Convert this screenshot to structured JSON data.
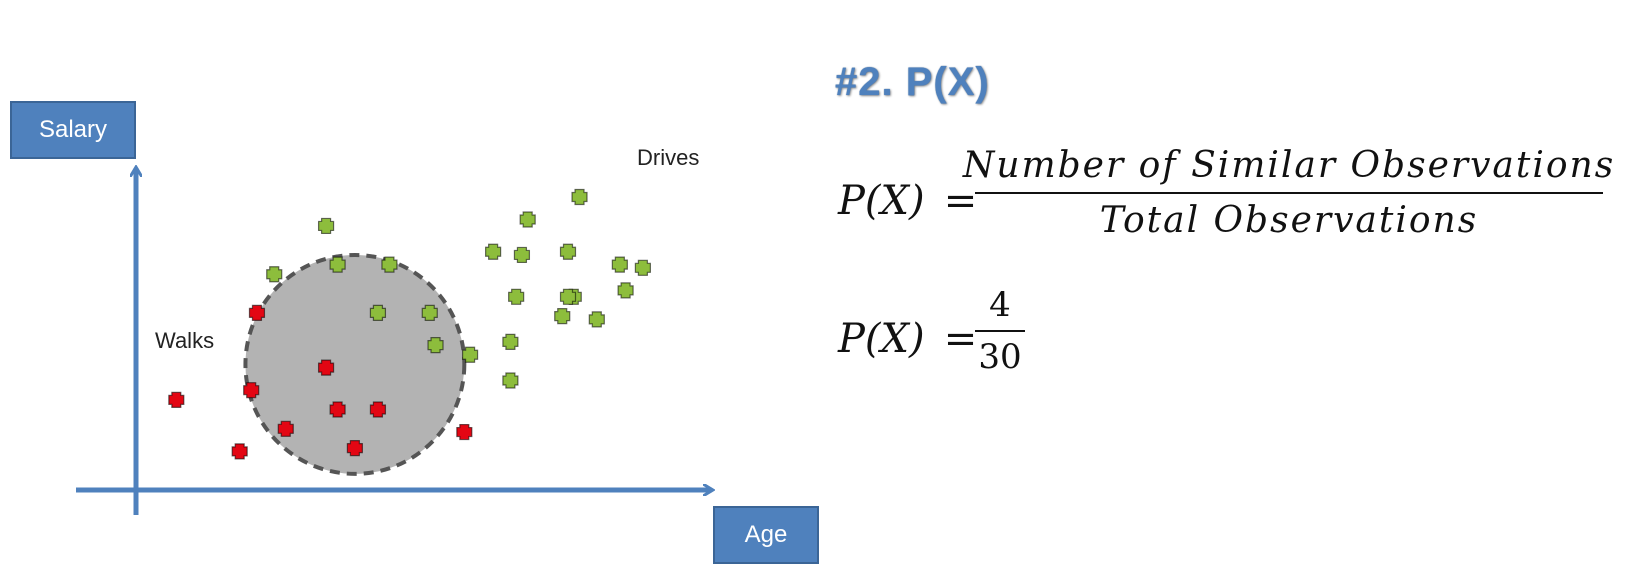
{
  "title": "#2. P(X)",
  "formula1": {
    "lhs": "P(X)",
    "eq": "=",
    "numerator": "Number of Similar Observations",
    "denominator": "Total Observations"
  },
  "formula2": {
    "lhs": "P(X)",
    "eq": "=",
    "numerator": "4",
    "denominator": "30"
  },
  "colors": {
    "axis": "#4f81bd",
    "walks": "#e30613",
    "drives": "#8dbd3c",
    "circle_fill": "#b3b3b3",
    "circle_stroke": "#555555"
  },
  "chart_data": {
    "type": "scatter",
    "xlabel": "Age",
    "ylabel": "Salary",
    "xlim": [
      0,
      100
    ],
    "ylim": [
      0,
      100
    ],
    "grid": false,
    "legend": "none",
    "annotations": [
      "Walks",
      "Drives"
    ],
    "series": [
      {
        "name": "Walks",
        "color": "#e30613",
        "points": [
          [
            7,
            28
          ],
          [
            21,
            55
          ],
          [
            20,
            31
          ],
          [
            26,
            19
          ],
          [
            18,
            12
          ],
          [
            38,
            13
          ],
          [
            35,
            25
          ],
          [
            42,
            25
          ],
          [
            57,
            18
          ],
          [
            33,
            38
          ]
        ]
      },
      {
        "name": "Drives",
        "color": "#8dbd3c",
        "points": [
          [
            24,
            67
          ],
          [
            33,
            82
          ],
          [
            35,
            70
          ],
          [
            44,
            70
          ],
          [
            42,
            55
          ],
          [
            51,
            55
          ],
          [
            58,
            42
          ],
          [
            52,
            45
          ],
          [
            62,
            74
          ],
          [
            66,
            60
          ],
          [
            68,
            84
          ],
          [
            67,
            73
          ],
          [
            65,
            46
          ],
          [
            74,
            54
          ],
          [
            75,
            74
          ],
          [
            77,
            91
          ],
          [
            76,
            60
          ],
          [
            85,
            62
          ],
          [
            84,
            70
          ],
          [
            88,
            69
          ],
          [
            80,
            53
          ],
          [
            75,
            60
          ],
          [
            65,
            34
          ]
        ]
      }
    ],
    "highlight_circle": {
      "cx": 38,
      "cy": 39,
      "r_x": 19
    }
  }
}
